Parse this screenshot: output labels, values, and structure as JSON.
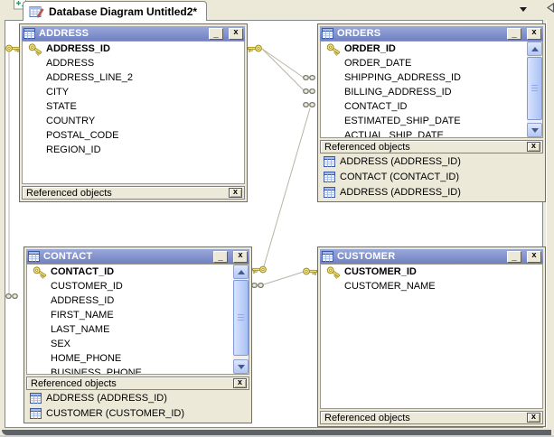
{
  "app": {
    "tab_title": "Database Diagram Untitled2*",
    "ref_bar_label": "Referenced objects",
    "controls": {
      "minimize": "_",
      "close": "x",
      "ref_close": "x"
    }
  },
  "icons": {
    "diagram-tab-icon": "table grid with red pencil",
    "new-diagram-icon": "clipped toolbar glyph",
    "dropdown-arrow-icon": "black down triangle",
    "tab-scroll-left-icon": "outlined left triangle",
    "table-icon": "blue spreadsheet grid",
    "key-icon": "gold key (primary key)",
    "link-icon": "gray chain links (foreign key)",
    "scroll-up-icon": "blue up arrow",
    "scroll-down-icon": "blue down arrow"
  },
  "colors": {
    "titlebar_blue": "#7b8cc9",
    "panel_beige": "#ece9d8",
    "canvas_white": "#ffffff",
    "connector_gray": "#b9b5a4",
    "key_gold": "#f1df6e"
  },
  "windows": {
    "address": {
      "title": "ADDRESS",
      "fields": [
        {
          "name": "ADDRESS_ID",
          "pk": true
        },
        {
          "name": "ADDRESS"
        },
        {
          "name": "ADDRESS_LINE_2"
        },
        {
          "name": "CITY"
        },
        {
          "name": "STATE"
        },
        {
          "name": "COUNTRY"
        },
        {
          "name": "POSTAL_CODE"
        },
        {
          "name": "REGION_ID"
        }
      ],
      "referenced_objects": []
    },
    "orders": {
      "title": "ORDERS",
      "fields": [
        {
          "name": "ORDER_ID",
          "pk": true
        },
        {
          "name": "ORDER_DATE"
        },
        {
          "name": "SHIPPING_ADDRESS_ID"
        },
        {
          "name": "BILLING_ADDRESS_ID"
        },
        {
          "name": "CONTACT_ID"
        },
        {
          "name": "ESTIMATED_SHIP_DATE"
        },
        {
          "name": "ACTUAL_SHIP_DATE"
        }
      ],
      "referenced_objects": [
        "ADDRESS (ADDRESS_ID)",
        "CONTACT (CONTACT_ID)",
        "ADDRESS (ADDRESS_ID)"
      ]
    },
    "contact": {
      "title": "CONTACT",
      "fields": [
        {
          "name": "CONTACT_ID",
          "pk": true
        },
        {
          "name": "CUSTOMER_ID"
        },
        {
          "name": "ADDRESS_ID"
        },
        {
          "name": "FIRST_NAME"
        },
        {
          "name": "LAST_NAME"
        },
        {
          "name": "SEX"
        },
        {
          "name": "HOME_PHONE"
        },
        {
          "name": "BUSINESS_PHONE"
        }
      ],
      "referenced_objects": [
        "ADDRESS (ADDRESS_ID)",
        "CUSTOMER (CUSTOMER_ID)"
      ]
    },
    "customer": {
      "title": "CUSTOMER",
      "fields": [
        {
          "name": "CUSTOMER_ID",
          "pk": true
        },
        {
          "name": "CUSTOMER_NAME"
        }
      ],
      "referenced_objects": []
    }
  }
}
